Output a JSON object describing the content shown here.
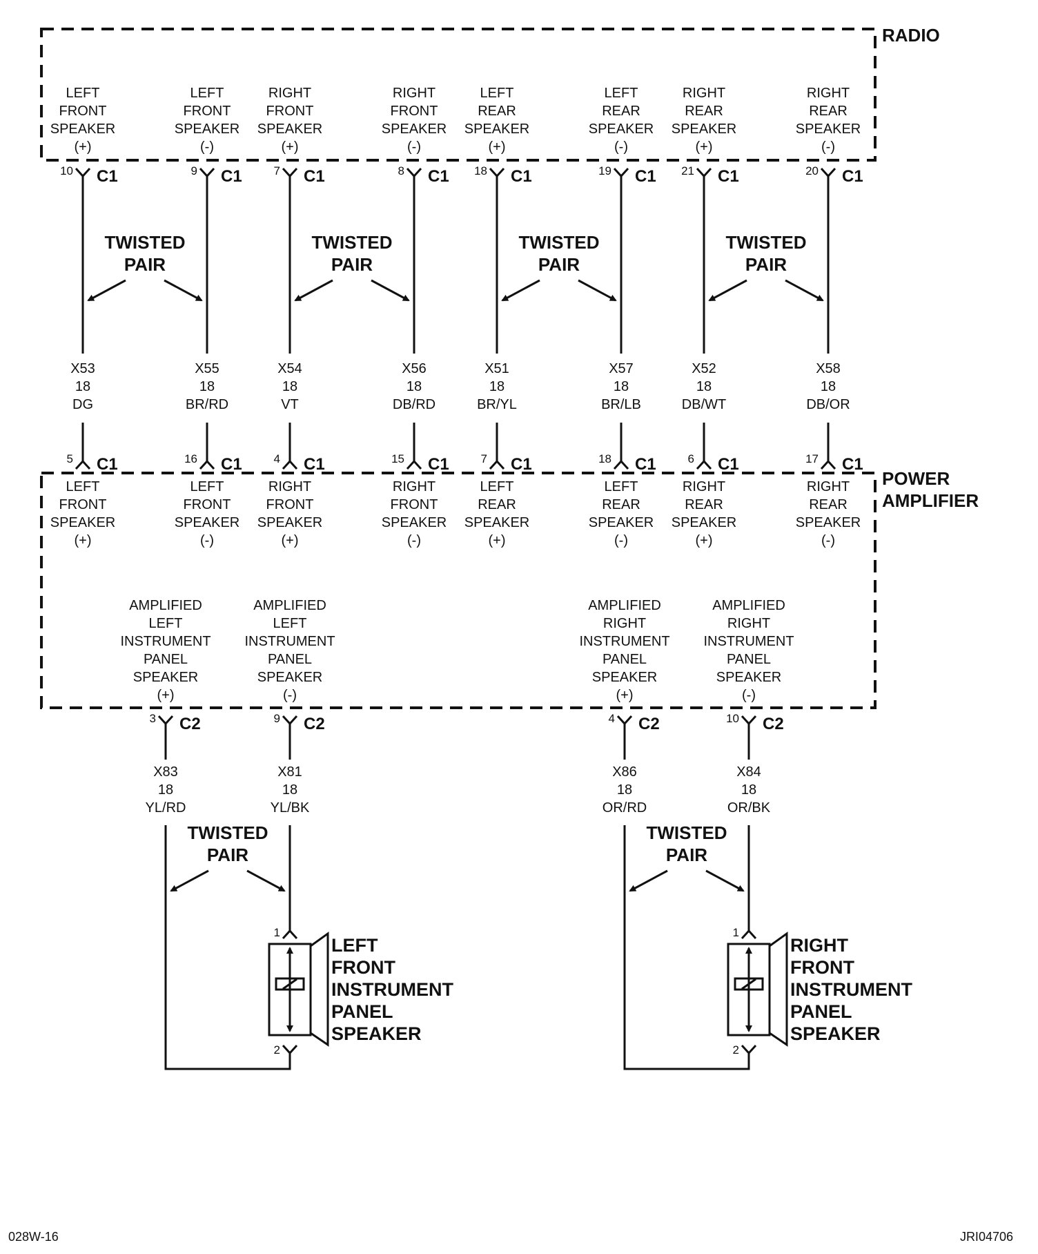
{
  "radio": {
    "title": "RADIO",
    "pins": [
      {
        "function": [
          "LEFT",
          "FRONT",
          "SPEAKER",
          "(+)"
        ],
        "pin": "10",
        "connector": "C1"
      },
      {
        "function": [
          "LEFT",
          "FRONT",
          "SPEAKER",
          "(-)"
        ],
        "pin": "9",
        "connector": "C1"
      },
      {
        "function": [
          "RIGHT",
          "FRONT",
          "SPEAKER",
          "(+)"
        ],
        "pin": "7",
        "connector": "C1"
      },
      {
        "function": [
          "RIGHT",
          "FRONT",
          "SPEAKER",
          "(-)"
        ],
        "pin": "8",
        "connector": "C1"
      },
      {
        "function": [
          "LEFT",
          "REAR",
          "SPEAKER",
          "(+)"
        ],
        "pin": "18",
        "connector": "C1"
      },
      {
        "function": [
          "LEFT",
          "REAR",
          "SPEAKER",
          "(-)"
        ],
        "pin": "19",
        "connector": "C1"
      },
      {
        "function": [
          "RIGHT",
          "REAR",
          "SPEAKER",
          "(+)"
        ],
        "pin": "21",
        "connector": "C1"
      },
      {
        "function": [
          "RIGHT",
          "REAR",
          "SPEAKER",
          "(-)"
        ],
        "pin": "20",
        "connector": "C1"
      }
    ]
  },
  "radio_wires": [
    {
      "circuit": "X53",
      "gauge": "18",
      "color": "DG"
    },
    {
      "circuit": "X55",
      "gauge": "18",
      "color": "BR/RD"
    },
    {
      "circuit": "X54",
      "gauge": "18",
      "color": "VT"
    },
    {
      "circuit": "X56",
      "gauge": "18",
      "color": "DB/RD"
    },
    {
      "circuit": "X51",
      "gauge": "18",
      "color": "BR/YL"
    },
    {
      "circuit": "X57",
      "gauge": "18",
      "color": "BR/LB"
    },
    {
      "circuit": "X52",
      "gauge": "18",
      "color": "DB/WT"
    },
    {
      "circuit": "X58",
      "gauge": "18",
      "color": "DB/OR"
    }
  ],
  "twisted_pair_label": [
    "TWISTED",
    "PAIR"
  ],
  "amplifier": {
    "title": [
      "POWER",
      "AMPLIFIER"
    ],
    "input_pins": [
      {
        "function": [
          "LEFT",
          "FRONT",
          "SPEAKER",
          "(+)"
        ],
        "pin": "5",
        "connector": "C1"
      },
      {
        "function": [
          "LEFT",
          "FRONT",
          "SPEAKER",
          "(-)"
        ],
        "pin": "16",
        "connector": "C1"
      },
      {
        "function": [
          "RIGHT",
          "FRONT",
          "SPEAKER",
          "(+)"
        ],
        "pin": "4",
        "connector": "C1"
      },
      {
        "function": [
          "RIGHT",
          "FRONT",
          "SPEAKER",
          "(-)"
        ],
        "pin": "15",
        "connector": "C1"
      },
      {
        "function": [
          "LEFT",
          "REAR",
          "SPEAKER",
          "(+)"
        ],
        "pin": "7",
        "connector": "C1"
      },
      {
        "function": [
          "LEFT",
          "REAR",
          "SPEAKER",
          "(-)"
        ],
        "pin": "18",
        "connector": "C1"
      },
      {
        "function": [
          "RIGHT",
          "REAR",
          "SPEAKER",
          "(+)"
        ],
        "pin": "6",
        "connector": "C1"
      },
      {
        "function": [
          "RIGHT",
          "REAR",
          "SPEAKER",
          "(-)"
        ],
        "pin": "17",
        "connector": "C1"
      }
    ],
    "output_pins": [
      {
        "function": [
          "AMPLIFIED",
          "LEFT",
          "INSTRUMENT",
          "PANEL",
          "SPEAKER",
          "(+)"
        ],
        "pin": "3",
        "connector": "C2"
      },
      {
        "function": [
          "AMPLIFIED",
          "LEFT",
          "INSTRUMENT",
          "PANEL",
          "SPEAKER",
          "(-)"
        ],
        "pin": "9",
        "connector": "C2"
      },
      {
        "function": [
          "AMPLIFIED",
          "RIGHT",
          "INSTRUMENT",
          "PANEL",
          "SPEAKER",
          "(+)"
        ],
        "pin": "4",
        "connector": "C2"
      },
      {
        "function": [
          "AMPLIFIED",
          "RIGHT",
          "INSTRUMENT",
          "PANEL",
          "SPEAKER",
          "(-)"
        ],
        "pin": "10",
        "connector": "C2"
      }
    ]
  },
  "amplifier_wires": [
    {
      "circuit": "X83",
      "gauge": "18",
      "color": "YL/RD"
    },
    {
      "circuit": "X81",
      "gauge": "18",
      "color": "YL/BK"
    },
    {
      "circuit": "X86",
      "gauge": "18",
      "color": "OR/RD"
    },
    {
      "circuit": "X84",
      "gauge": "18",
      "color": "OR/BK"
    }
  ],
  "speakers": [
    {
      "name": [
        "LEFT",
        "FRONT",
        "INSTRUMENT",
        "PANEL",
        "SPEAKER"
      ],
      "pin_top": "1",
      "pin_bottom": "2"
    },
    {
      "name": [
        "RIGHT",
        "FRONT",
        "INSTRUMENT",
        "PANEL",
        "SPEAKER"
      ],
      "pin_top": "1",
      "pin_bottom": "2"
    }
  ],
  "footer": {
    "left": "028W-16",
    "right": "JRI04706"
  }
}
